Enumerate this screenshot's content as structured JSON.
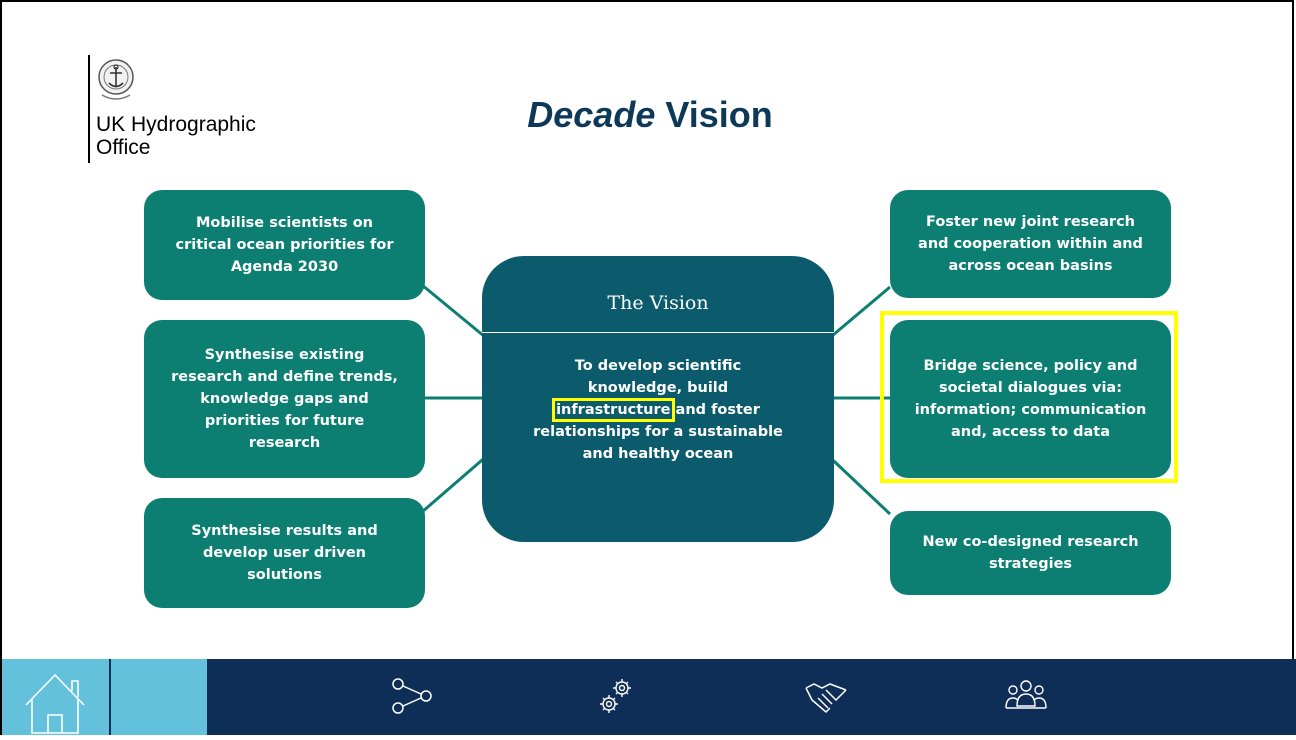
{
  "logo": {
    "name_line1": "UK Hydrographic",
    "name_line2": "Office"
  },
  "title": {
    "italic": "Decade",
    "rest": " Vision"
  },
  "center": {
    "heading": "The Vision",
    "text_before": "To develop scientific knowledge, build",
    "highlight": "infrastructure",
    "text_after": " and foster relationships for a sustainable and healthy ocean"
  },
  "left_boxes": [
    {
      "text": "Mobilise scientists on critical ocean priorities for Agenda 2030"
    },
    {
      "text": "Synthesise existing research and define trends, knowledge gaps and priorities for future research"
    },
    {
      "text": "Synthesise results and develop user driven solutions"
    }
  ],
  "right_boxes": [
    {
      "text": "Foster new joint research and cooperation within and across ocean basins"
    },
    {
      "text": "Bridge science, policy and societal dialogues via: information; communication and, access to data"
    },
    {
      "text": "New co-designed research strategies"
    }
  ],
  "footer": {
    "icons": [
      "home-icon",
      "network-icon",
      "gears-icon",
      "handshake-icon",
      "people-group-icon"
    ]
  },
  "colors": {
    "box": "#0c7f72",
    "center": "#0b5b6c",
    "title": "#0d3858",
    "footer": "#0f2e57",
    "footer_light": "#63c1db",
    "highlight": "#ffff00"
  }
}
